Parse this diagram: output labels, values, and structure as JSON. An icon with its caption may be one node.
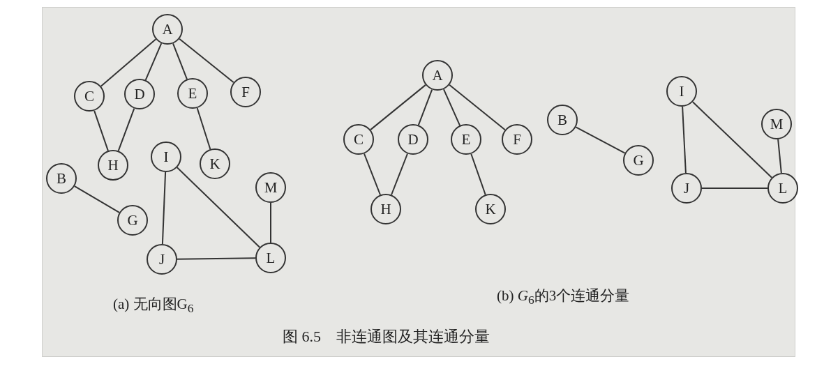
{
  "diagram": {
    "caption": "图 6.5　非连通图及其连通分量",
    "nodes": [
      {
        "text": [
          "A"
        ]
      },
      {
        "text": [
          "C"
        ]
      },
      {
        "text": [
          "D"
        ]
      },
      {
        "text": [
          "E"
        ]
      },
      {
        "text": [
          "F"
        ]
      },
      {
        "text": [
          "H"
        ]
      },
      {
        "text": [
          "I"
        ]
      },
      {
        "text": [
          "K"
        ]
      },
      {
        "text": [
          "B"
        ]
      },
      {
        "text": [
          "M"
        ]
      },
      {
        "text": [
          "G"
        ]
      },
      {
        "text": [
          "J"
        ]
      },
      {
        "text": [
          "L"
        ]
      },
      {
        "text": [
          "A"
        ]
      },
      {
        "text": [
          "C"
        ]
      },
      {
        "text": [
          "D"
        ]
      },
      {
        "text": [
          "E"
        ]
      },
      {
        "text": [
          "F"
        ]
      },
      {
        "text": [
          "H"
        ]
      },
      {
        "text": [
          "K"
        ]
      },
      {
        "text": [
          "B"
        ]
      },
      {
        "text": [
          "G"
        ]
      },
      {
        "text": [
          "I"
        ]
      },
      {
        "text": [
          "M"
        ]
      },
      {
        "text": [
          "J"
        ]
      },
      {
        "text": [
          "L"
        ]
      }
    ],
    "edges": [
      {
        "from": 0,
        "to": 1,
        "arrow": "none"
      },
      {
        "from": 0,
        "to": 2,
        "arrow": "none"
      },
      {
        "from": 0,
        "to": 3,
        "arrow": "none"
      },
      {
        "from": 0,
        "to": 4,
        "arrow": "none"
      },
      {
        "from": 1,
        "to": 5,
        "arrow": "none"
      },
      {
        "from": 2,
        "to": 5,
        "arrow": "none"
      },
      {
        "from": 3,
        "to": 7,
        "arrow": "none"
      },
      {
        "from": 8,
        "to": 10,
        "arrow": "none"
      },
      {
        "from": 6,
        "to": 11,
        "arrow": "none"
      },
      {
        "from": 6,
        "to": 12,
        "arrow": "none"
      },
      {
        "from": 9,
        "to": 12,
        "arrow": "none"
      },
      {
        "from": 11,
        "to": 12,
        "arrow": "none"
      },
      {
        "from": 13,
        "to": 14,
        "arrow": "none"
      },
      {
        "from": 13,
        "to": 15,
        "arrow": "none"
      },
      {
        "from": 13,
        "to": 16,
        "arrow": "none"
      },
      {
        "from": 13,
        "to": 17,
        "arrow": "none"
      },
      {
        "from": 14,
        "to": 18,
        "arrow": "none"
      },
      {
        "from": 15,
        "to": 18,
        "arrow": "none"
      },
      {
        "from": 16,
        "to": 19,
        "arrow": "none"
      },
      {
        "from": 20,
        "to": 21,
        "arrow": "none"
      },
      {
        "from": 22,
        "to": 24,
        "arrow": "none"
      },
      {
        "from": 22,
        "to": 25,
        "arrow": "none"
      },
      {
        "from": 23,
        "to": 25,
        "arrow": "none"
      },
      {
        "from": 24,
        "to": 25,
        "arrow": "none"
      }
    ],
    "labels": [
      "(a) 无向图G$_{6}$",
      "(b) *G*$_{6}$的3个连通分量"
    ]
  }
}
